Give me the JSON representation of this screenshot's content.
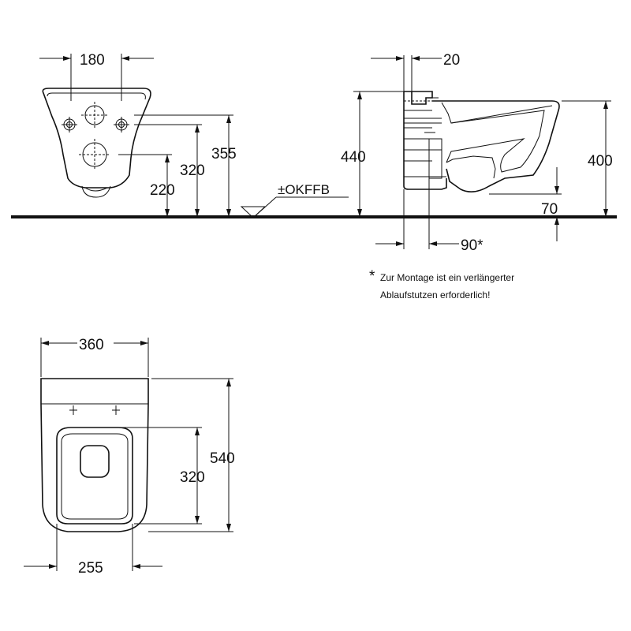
{
  "front_view": {
    "width_180": "180",
    "height_355": "355",
    "height_320": "320",
    "height_220": "220",
    "floor_reference": "±OKFFB"
  },
  "side_view": {
    "depth_20": "20",
    "height_440": "440",
    "height_400": "400",
    "height_70": "70",
    "offset_90": "90*"
  },
  "footnote": {
    "asterisk": "*",
    "line1": "Zur Montage ist ein verlängerter",
    "line2": "Ablaufstutzen erforderlich!"
  },
  "top_view": {
    "width_360": "360",
    "length_540": "540",
    "length_320": "320",
    "width_255": "255"
  },
  "colors": {
    "line": "#111111",
    "background": "#ffffff"
  }
}
